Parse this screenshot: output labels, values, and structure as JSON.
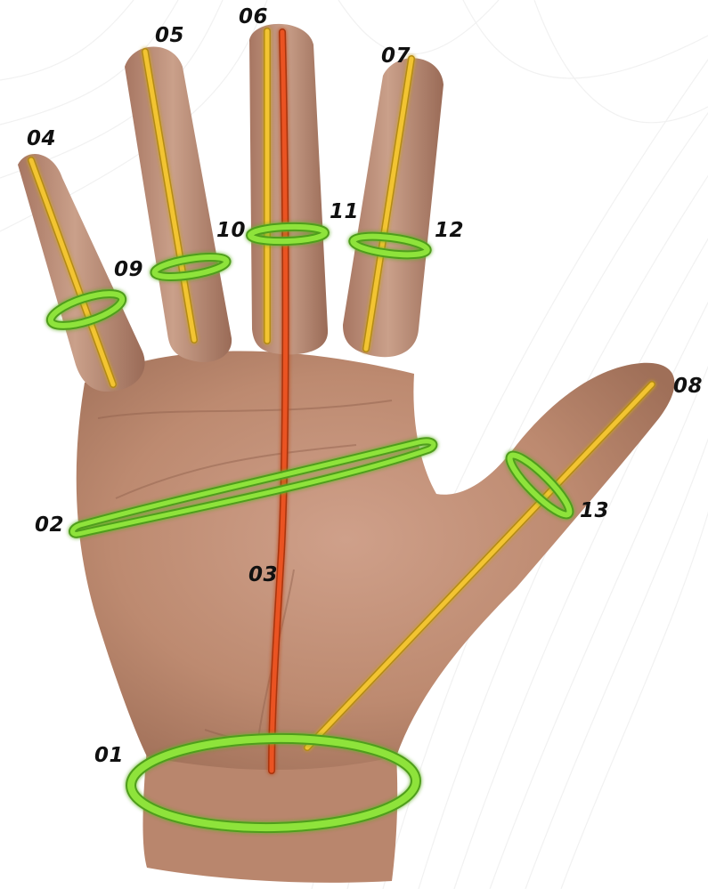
{
  "colors": {
    "background": "#ffffff",
    "background_lines": "#f1f1f1",
    "skin": "#c39177",
    "skin_shadow": "#9a6a55",
    "length_line": "#f2c431",
    "length_line_outline": "#b38a12",
    "center_line": "#ea5220",
    "center_line_outline": "#a8340f",
    "ring": "#8ee33a",
    "ring_outline": "#4f9d1c",
    "label_text": "#111111"
  },
  "diagram": {
    "subject": "hand-palm",
    "measurements": [
      {
        "id": "01",
        "label": "01",
        "type": "circumference",
        "part": "wrist"
      },
      {
        "id": "02",
        "label": "02",
        "type": "circumference",
        "part": "palm"
      },
      {
        "id": "03",
        "label": "03",
        "type": "length",
        "part": "hand"
      },
      {
        "id": "04",
        "label": "04",
        "type": "length",
        "part": "little-finger"
      },
      {
        "id": "05",
        "label": "05",
        "type": "length",
        "part": "ring-finger"
      },
      {
        "id": "06",
        "label": "06",
        "type": "length",
        "part": "middle-finger"
      },
      {
        "id": "07",
        "label": "07",
        "type": "length",
        "part": "index-finger"
      },
      {
        "id": "08",
        "label": "08",
        "type": "length",
        "part": "thumb"
      },
      {
        "id": "09",
        "label": "09",
        "type": "circumference",
        "part": "little-finger"
      },
      {
        "id": "10",
        "label": "10",
        "type": "circumference",
        "part": "ring-finger"
      },
      {
        "id": "11",
        "label": "11",
        "type": "circumference",
        "part": "middle-finger"
      },
      {
        "id": "12",
        "label": "12",
        "type": "circumference",
        "part": "index-finger"
      },
      {
        "id": "13",
        "label": "13",
        "type": "circumference",
        "part": "thumb"
      }
    ]
  }
}
